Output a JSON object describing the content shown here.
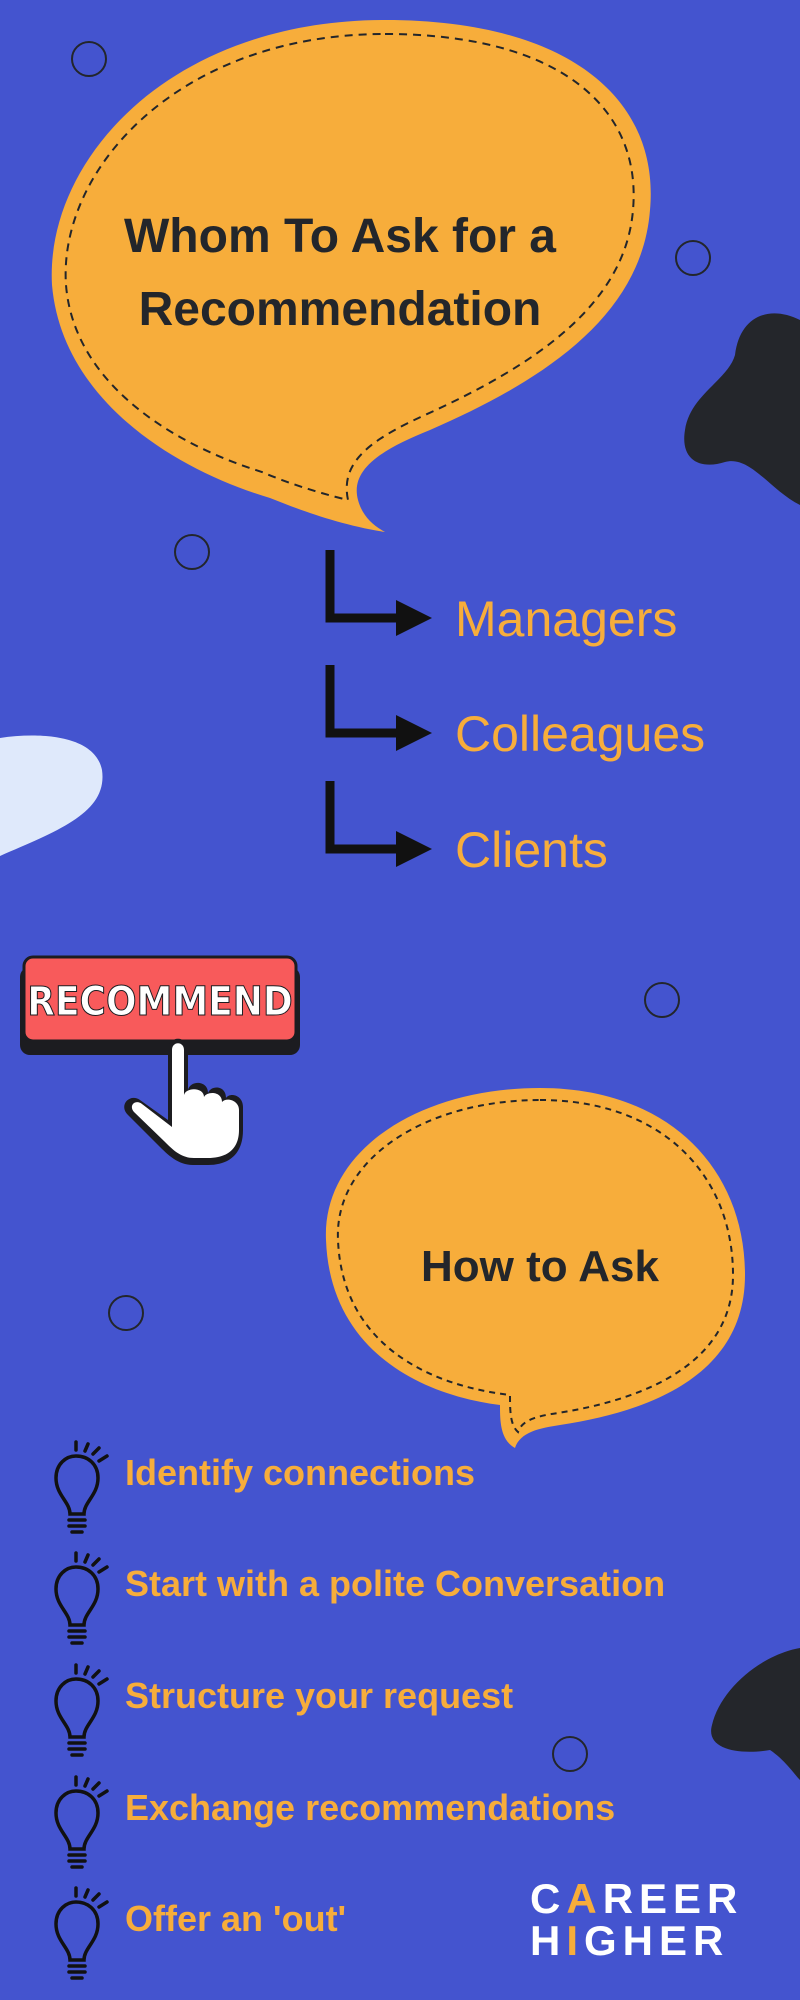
{
  "colors": {
    "background": "#4454cf",
    "bubble": "#f7ad3b",
    "text_dark": "#23262b",
    "accent_orange": "#f7ad3b",
    "button_red": "#f85a5b",
    "blob_dark": "#24262b",
    "blob_light": "#dfe9fb"
  },
  "heading": {
    "line1": "Whom To Ask for a",
    "line2": "Recommendation"
  },
  "whom": {
    "items": [
      {
        "label": "Managers"
      },
      {
        "label": "Colleagues"
      },
      {
        "label": "Clients"
      }
    ]
  },
  "recommend_button": {
    "label": "RECOMMEND",
    "icon": "pointer-hand-icon"
  },
  "how": {
    "title": "How to Ask"
  },
  "tips": {
    "icon": "lightbulb-icon",
    "items": [
      {
        "label": "Identify connections"
      },
      {
        "label": "Start with a polite Conversation"
      },
      {
        "label": "Structure your request"
      },
      {
        "label": "Exchange recommendations"
      },
      {
        "label": "Offer an 'out'"
      }
    ]
  },
  "logo": {
    "line1_a": "C",
    "line1_accent": "A",
    "line1_b": "REER",
    "line2_a": "H",
    "line2_accent": "I",
    "line2_b": "GHER"
  }
}
